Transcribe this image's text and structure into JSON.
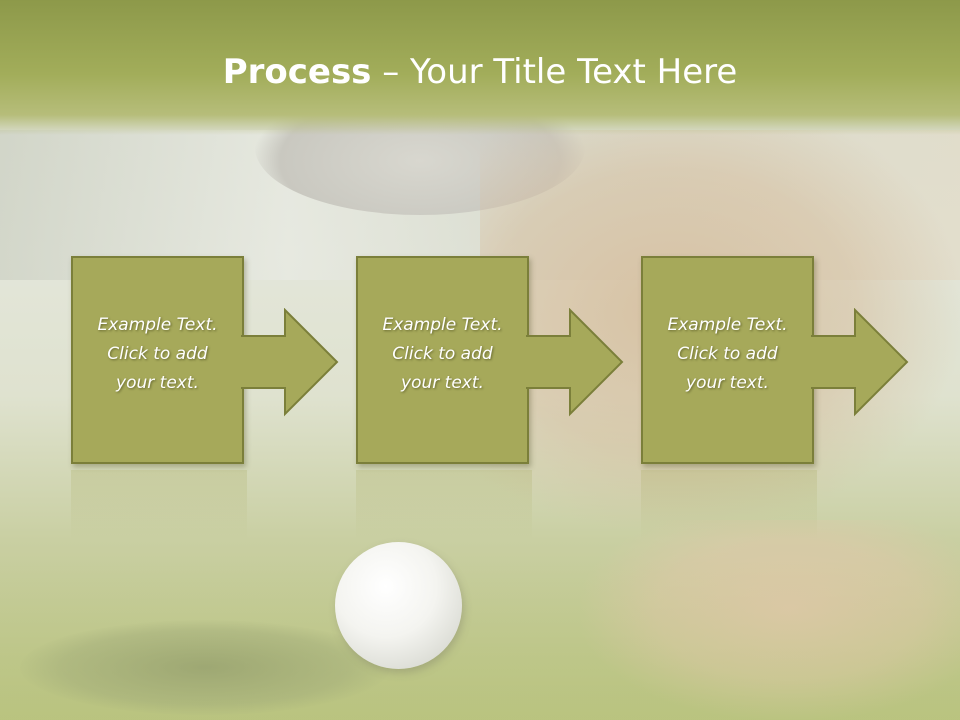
{
  "title": {
    "bold": "Process",
    "rest": " – Your Title Text Here"
  },
  "steps": [
    {
      "line1": "Example Text.",
      "line2": "Click  to add",
      "line3": "your text."
    },
    {
      "line1": "Example Text.",
      "line2": "Click  to add",
      "line3": "your text."
    },
    {
      "line1": "Example Text.",
      "line2": "Click  to add",
      "line3": "your text."
    }
  ],
  "colors": {
    "accent": "#a6a95a",
    "border": "#7b7f3a",
    "title_band": "#9aa553",
    "text": "#ffffff"
  }
}
